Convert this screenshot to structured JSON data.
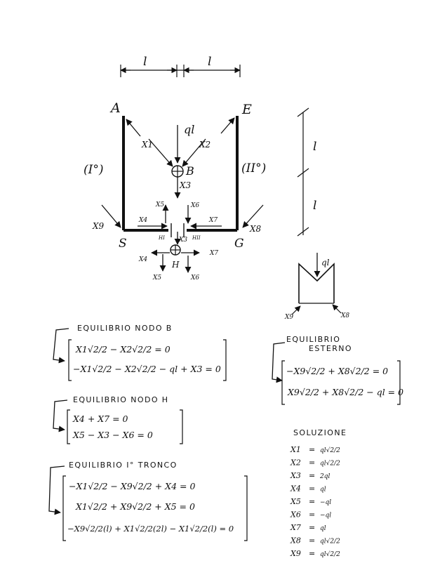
{
  "dims": {
    "top_left": "l",
    "top_right": "l",
    "right_top": "l",
    "right_bottom": "l"
  },
  "points": {
    "A": "A",
    "E": "E",
    "B": "B",
    "S": "S",
    "G": "G",
    "H": "H",
    "HI": "HI",
    "HII": "HII",
    "I": "(I°)",
    "II": "(II°)"
  },
  "forces": {
    "ql": "ql",
    "x1": "X1",
    "x2": "X2",
    "x3": "X3",
    "x3h": "X3",
    "x4": "X4",
    "x4h": "X4",
    "x5": "X5",
    "x5h": "X5",
    "x6": "X6",
    "x6h": "X6",
    "x7": "X7",
    "x7h": "X7",
    "x8": "X8",
    "x9": "X9"
  },
  "mini": {
    "ql": "ql",
    "x9": "X9",
    "x8": "X8"
  },
  "eq_b": {
    "title": "EQUILIBRIO NODO B",
    "lines": [
      "X1√2/2 − X2√2/2 = 0",
      "−X1√2/2 − X2√2/2 − ql + X3 = 0"
    ]
  },
  "eq_ext": {
    "title1": "EQUILIBRIO",
    "title2": "ESTERNO",
    "lines": [
      "−X9√2/2 + X8√2/2 = 0",
      "X9√2/2 + X8√2/2 − ql = 0"
    ]
  },
  "eq_h": {
    "title": "EQUILIBRIO NODO H",
    "lines": [
      "X4 + X7 = 0",
      "X5 − X3 − X6 = 0"
    ]
  },
  "eq_i": {
    "title": "EQUILIBRIO I° TRONCO",
    "lines": [
      "−X1√2/2 − X9√2/2 + X4 = 0",
      "X1√2/2 + X9√2/2 + X5 = 0",
      "−X9√2/2(l) + X1√2/2(2l) − X1√2/2(l) = 0"
    ]
  },
  "solution": {
    "title": "SOLUZIONE",
    "rows": [
      {
        "name": "X1",
        "value": "ql√2/2"
      },
      {
        "name": "X2",
        "value": "ql√2/2"
      },
      {
        "name": "X3",
        "value": "2ql"
      },
      {
        "name": "X4",
        "value": "ql"
      },
      {
        "name": "X5",
        "value": "−ql"
      },
      {
        "name": "X6",
        "value": "−ql"
      },
      {
        "name": "X7",
        "value": "ql"
      },
      {
        "name": "X8",
        "value": "ql√2/2"
      },
      {
        "name": "X9",
        "value": "ql√2/2"
      }
    ]
  }
}
